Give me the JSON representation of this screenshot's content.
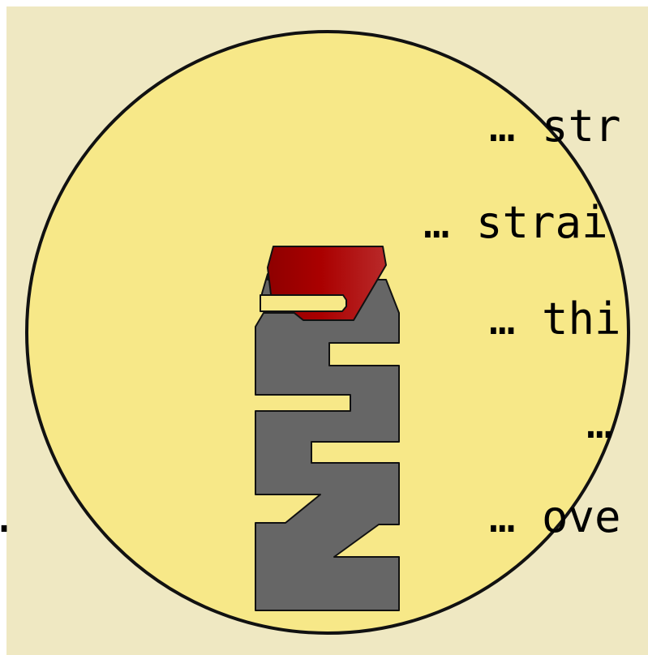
{
  "colors": {
    "page_background": "#efe8c2",
    "circle_fill": "#f7e888",
    "circle_stroke": "#111111",
    "body_gray": "#666666",
    "cap_red_dark": "#8e0000",
    "cap_red_mid": "#aa0000",
    "cap_red_light": "#b92a2a"
  },
  "labels": [
    {
      "id": "label-1",
      "text": "… str"
    },
    {
      "id": "label-2",
      "text": "… strai"
    },
    {
      "id": "label-3",
      "text": "… thi"
    },
    {
      "id": "label-4",
      "text": "…"
    },
    {
      "id": "label-5",
      "text": "… ove"
    },
    {
      "id": "label-6",
      "text": "…"
    }
  ]
}
